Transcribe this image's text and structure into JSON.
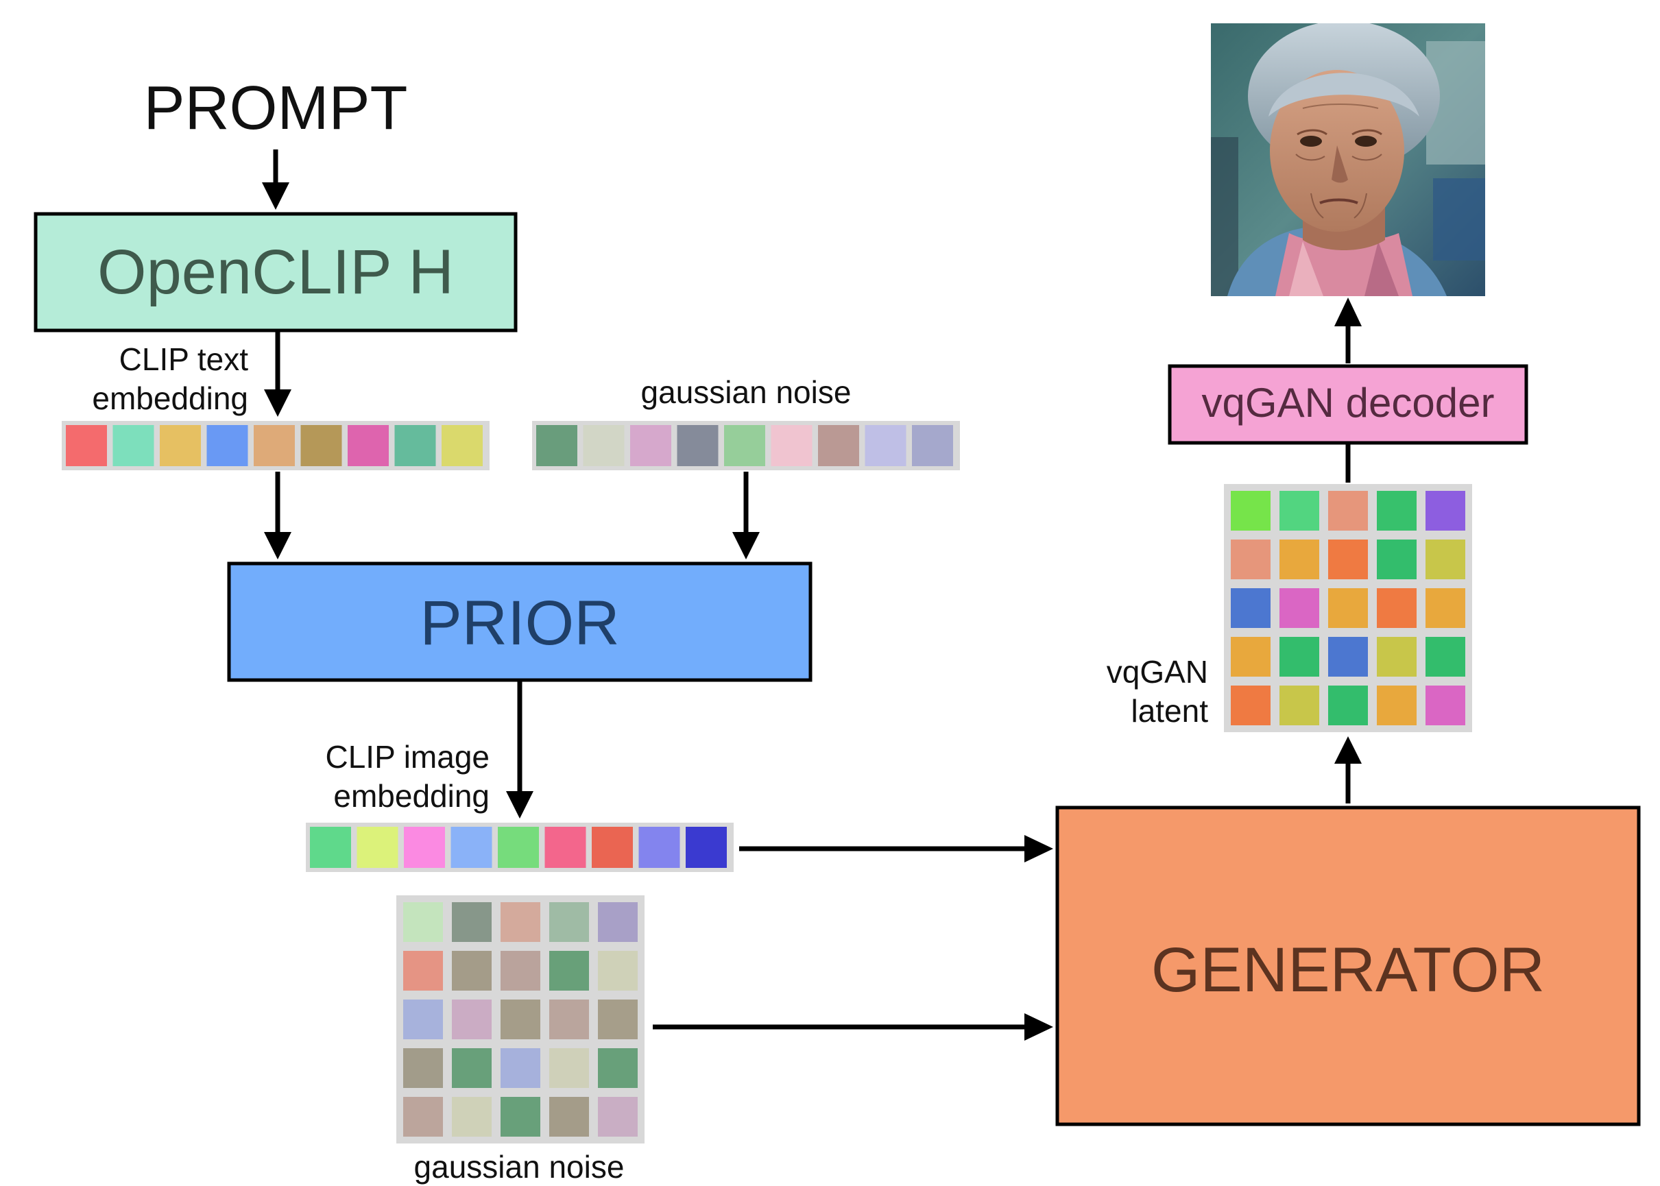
{
  "prompt": "PROMPT",
  "openclip": {
    "label": "OpenCLIP H",
    "fill": "#b5ecd8"
  },
  "clip_text_embedding": {
    "label_line1": "CLIP text",
    "label_line2": "embedding",
    "colors": [
      "#f46b6d",
      "#7ddfbc",
      "#e6c062",
      "#6999f4",
      "#deaa78",
      "#b59858",
      "#de64ae",
      "#65bb9c",
      "#dad96c"
    ]
  },
  "gaussian_noise_top": {
    "label": "gaussian noise",
    "colors": [
      "#699d7c",
      "#d2d6c6",
      "#d6a8cc",
      "#858b9a",
      "#96ce9a",
      "#f0c4d0",
      "#ba9994",
      "#bfbfe6",
      "#a5a8cc"
    ]
  },
  "prior": {
    "label": "PRIOR",
    "fill": "#72adfc"
  },
  "clip_image_embedding": {
    "label_line1": "CLIP image",
    "label_line2": "embedding",
    "colors": [
      "#5fd98b",
      "#dcf27a",
      "#fb8ae2",
      "#8ab2f8",
      "#76dc7c",
      "#f3668c",
      "#ea6552",
      "#8384ee",
      "#3a3ad0"
    ]
  },
  "gaussian_noise_bottom": {
    "label": "gaussian noise",
    "grid": [
      [
        "#c4e4bd",
        "#87978a",
        "#d4aa9c",
        "#9fbba5",
        "#a8a0c7"
      ],
      [
        "#e59484",
        "#a49c89",
        "#baa39c",
        "#68a079",
        "#cfd1b8"
      ],
      [
        "#a7b2dc",
        "#cbacc4",
        "#a59d89",
        "#baa59d",
        "#a69e8a"
      ],
      [
        "#a29c8a",
        "#68a07a",
        "#a6b1dc",
        "#cfd0b9",
        "#68a07a"
      ],
      [
        "#bca59c",
        "#cfd1b8",
        "#68a07a",
        "#a49c89",
        "#c9aec4"
      ]
    ]
  },
  "generator": {
    "label": "GENERATOR",
    "fill": "#f5996a"
  },
  "vqgan_latent": {
    "label_line1": "vqGAN",
    "label_line2": "latent",
    "grid": [
      [
        "#76e44a",
        "#52d580",
        "#e6967b",
        "#37c16c",
        "#8d5ee0"
      ],
      [
        "#e6967b",
        "#e8a83d",
        "#ef7a42",
        "#33bd6c",
        "#c8c64a"
      ],
      [
        "#4c77d0",
        "#da66c4",
        "#e8a83d",
        "#ef7a42",
        "#e8a83d"
      ],
      [
        "#e8a83d",
        "#33bd6c",
        "#4c77d0",
        "#c8c64a",
        "#33bd6c"
      ],
      [
        "#ef7a42",
        "#c8c64a",
        "#33bd6c",
        "#e8a83d",
        "#da66c4"
      ]
    ]
  },
  "vqgan_decoder": {
    "label": "vqGAN decoder",
    "fill": "#f5a3d4"
  },
  "output_image": {
    "icon": "portrait-photo"
  }
}
